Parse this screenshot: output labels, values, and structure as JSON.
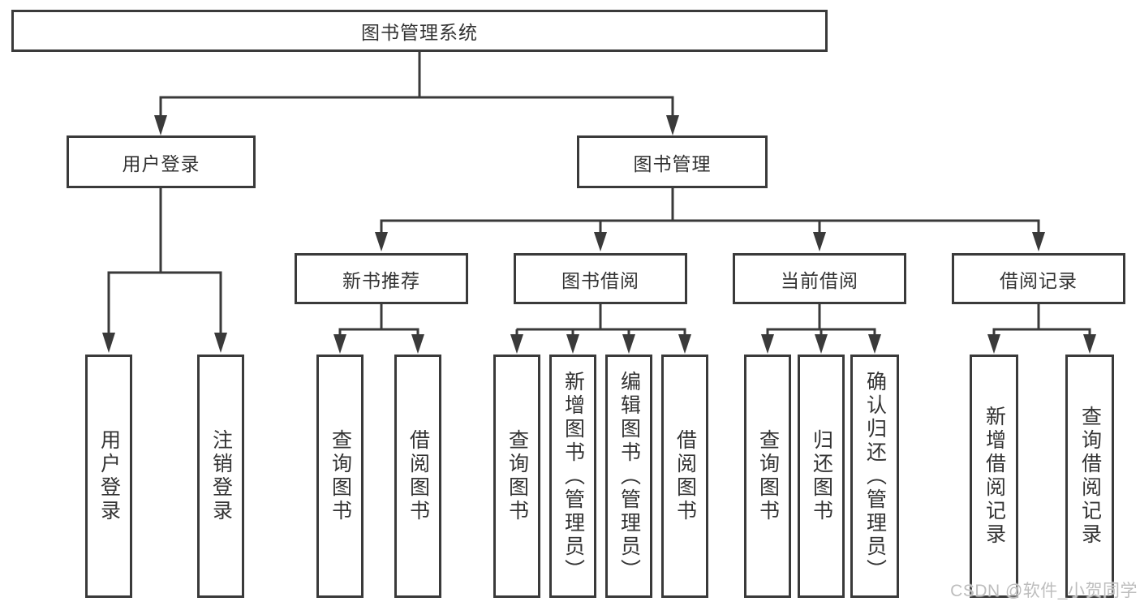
{
  "watermark": "CSDN @软件_小贺同学",
  "colors": {
    "line": "#3a3a3a",
    "box_border": "#3a3a3a",
    "box_fill": "#ffffff",
    "text": "#333333",
    "watermark": "#bdbdbd",
    "background": "#ffffff"
  },
  "tree": {
    "label": "图书管理系统",
    "children": [
      {
        "label": "用户登录",
        "children": [
          {
            "label": "用户登录"
          },
          {
            "label": "注销登录"
          }
        ]
      },
      {
        "label": "图书管理",
        "children": [
          {
            "label": "新书推荐",
            "children": [
              {
                "label": "查询图书"
              },
              {
                "label": "借阅图书"
              }
            ]
          },
          {
            "label": "图书借阅",
            "children": [
              {
                "label": "查询图书"
              },
              {
                "label": "新增图书（管理员）"
              },
              {
                "label": "编辑图书（管理员）"
              },
              {
                "label": "借阅图书"
              }
            ]
          },
          {
            "label": "当前借阅",
            "children": [
              {
                "label": "查询图书"
              },
              {
                "label": "归还图书"
              },
              {
                "label": "确认归还（管理员）"
              }
            ]
          },
          {
            "label": "借阅记录",
            "children": [
              {
                "label": "新增借阅记录"
              },
              {
                "label": "查询借阅记录"
              }
            ]
          }
        ]
      }
    ]
  }
}
